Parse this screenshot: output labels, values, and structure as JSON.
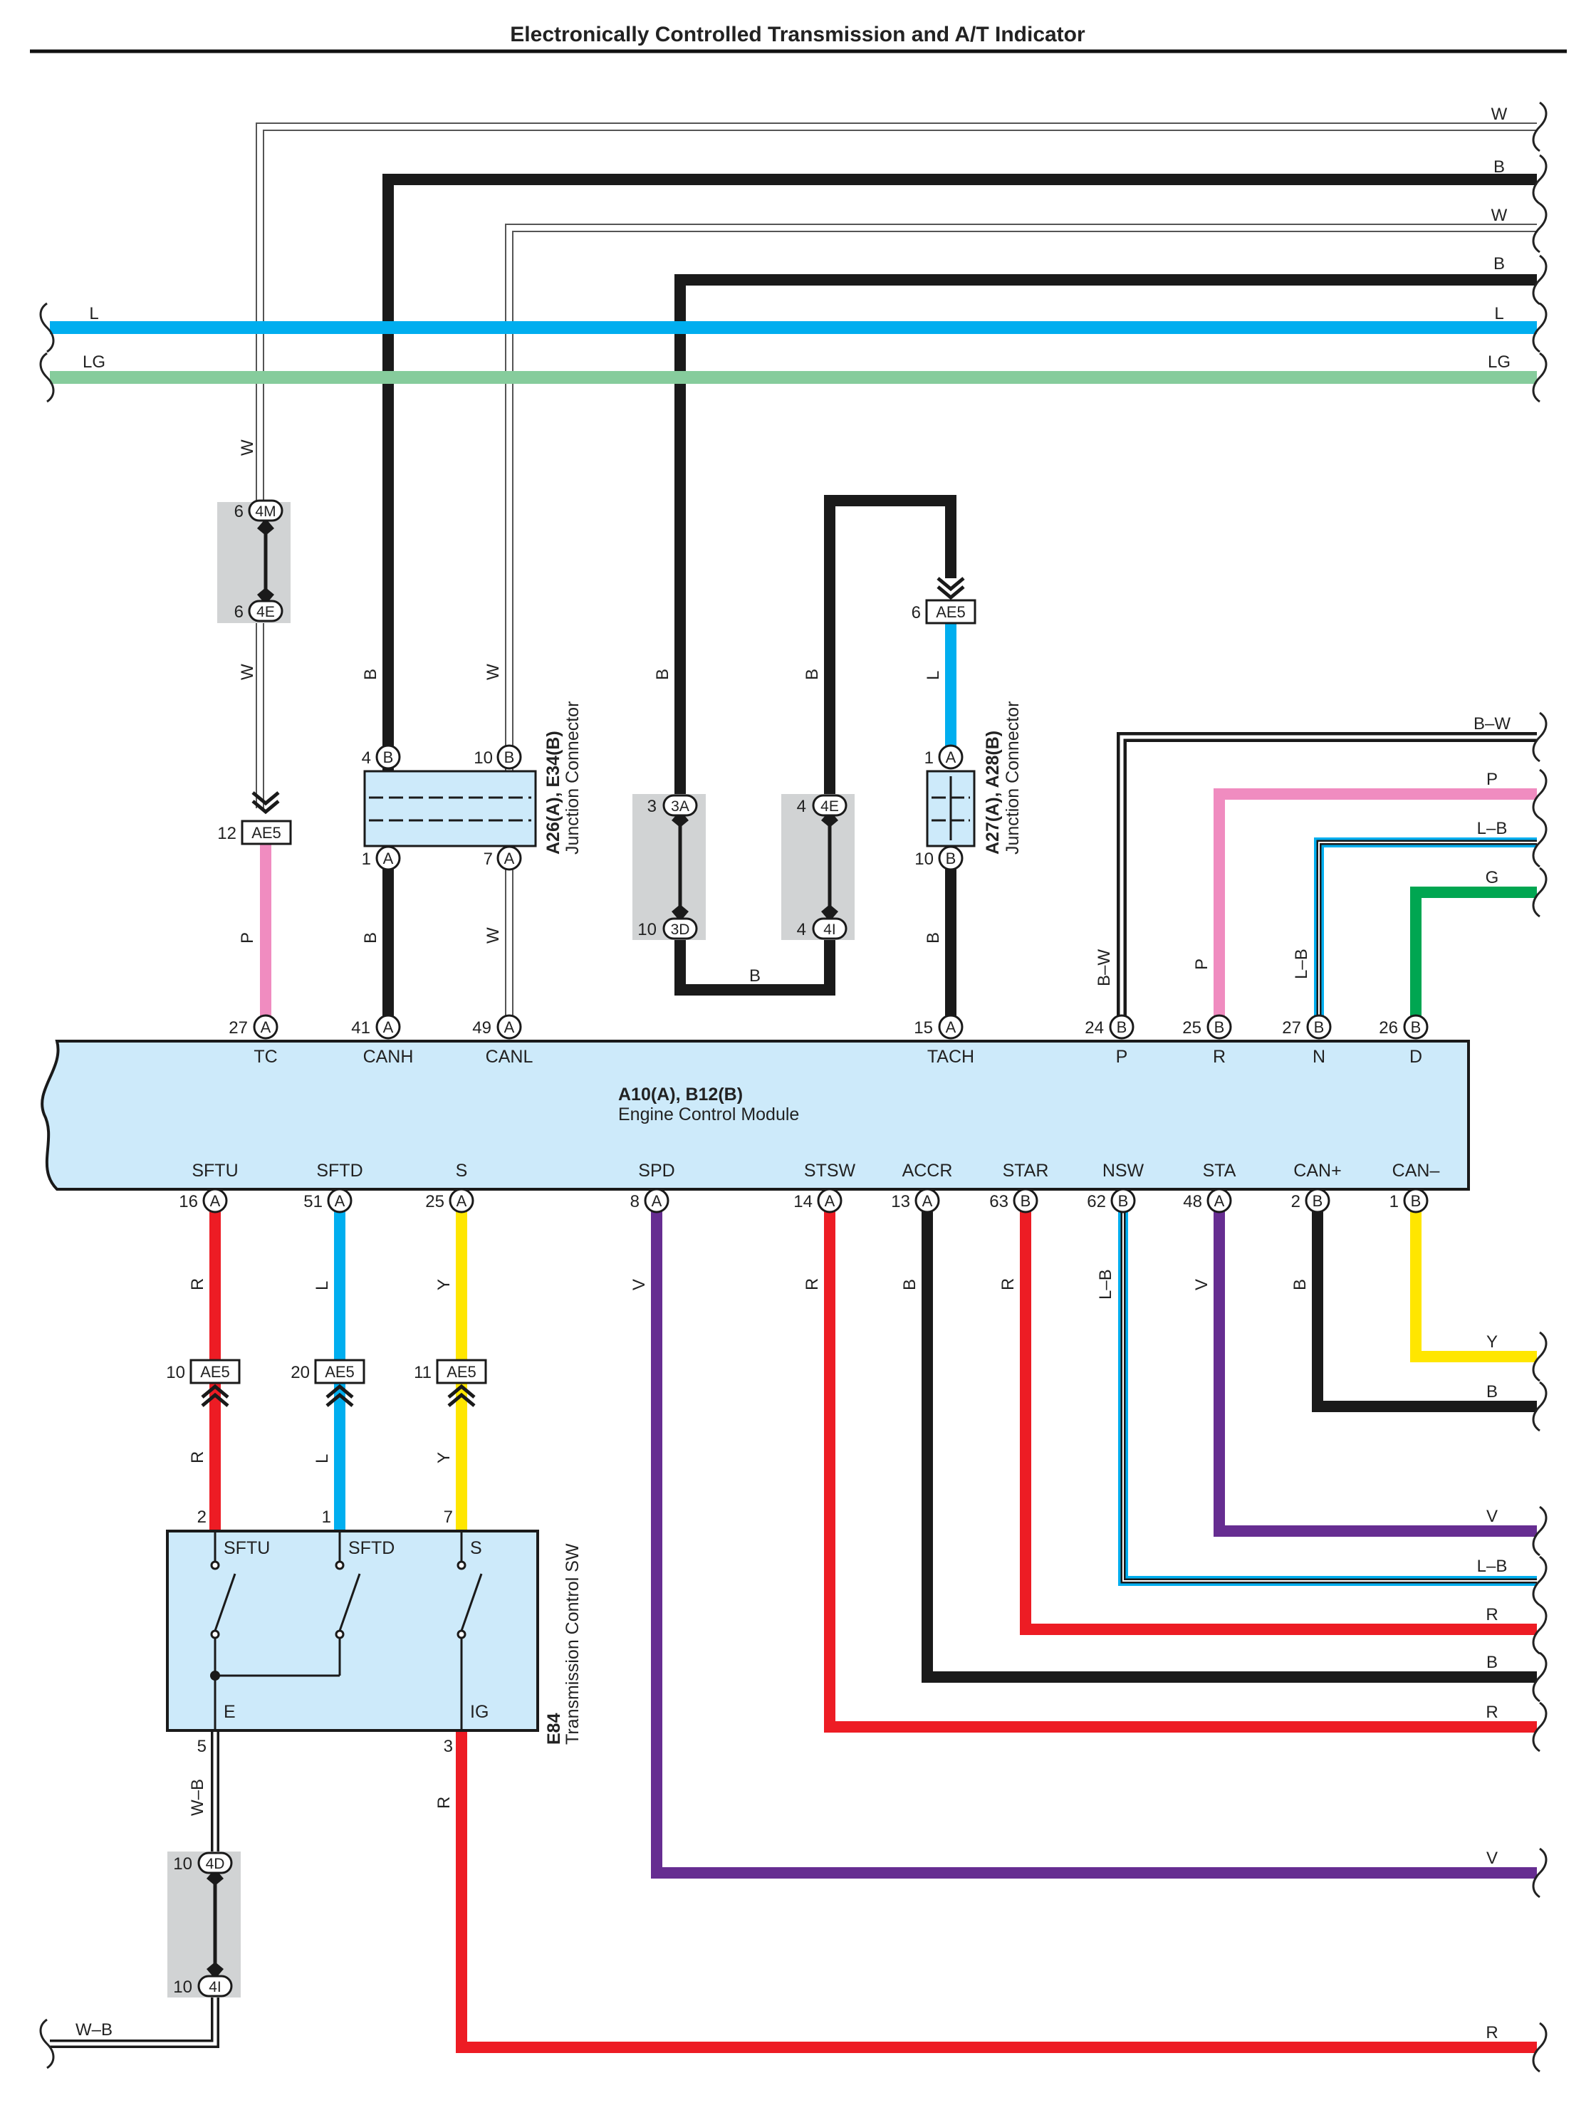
{
  "title": "Electronically Controlled Transmission and A/T Indicator",
  "colors": {
    "W": "#ffffff",
    "B": "#1a1a1a",
    "L": "#00aeef",
    "LG": "#86cc9c",
    "P": "#f08cc0",
    "G": "#00a651",
    "R": "#ed1c24",
    "Y": "#ffe600",
    "V": "#662d91",
    "module_fill": "#cdeafa",
    "splice_fill": "#d1d3d4"
  },
  "right_labels": [
    {
      "id": "w1",
      "text": "W"
    },
    {
      "id": "b1",
      "text": "B"
    },
    {
      "id": "w2",
      "text": "W"
    },
    {
      "id": "b2",
      "text": "B"
    },
    {
      "id": "l",
      "text": "L"
    },
    {
      "id": "lg",
      "text": "LG"
    },
    {
      "id": "bw",
      "text": "B–W"
    },
    {
      "id": "p",
      "text": "P"
    },
    {
      "id": "lb1",
      "text": "L–B"
    },
    {
      "id": "g",
      "text": "G"
    },
    {
      "id": "y",
      "text": "Y"
    },
    {
      "id": "b3",
      "text": "B"
    },
    {
      "id": "v1",
      "text": "V"
    },
    {
      "id": "lb2",
      "text": "L–B"
    },
    {
      "id": "r1",
      "text": "R"
    },
    {
      "id": "b4",
      "text": "B"
    },
    {
      "id": "r2",
      "text": "R"
    },
    {
      "id": "v2",
      "text": "V"
    },
    {
      "id": "r3",
      "text": "R"
    }
  ],
  "left_labels": [
    {
      "text": "L"
    },
    {
      "text": "LG"
    },
    {
      "text": "W–B"
    }
  ],
  "ecm": {
    "name": "A10(A), B12(B)",
    "desc": "Engine Control Module",
    "top_terminals": [
      {
        "pin": "27",
        "conn": "A",
        "signal": "TC"
      },
      {
        "pin": "41",
        "conn": "A",
        "signal": "CANH"
      },
      {
        "pin": "49",
        "conn": "A",
        "signal": "CANL"
      },
      {
        "pin": "15",
        "conn": "A",
        "signal": "TACH"
      },
      {
        "pin": "24",
        "conn": "B",
        "signal": "P"
      },
      {
        "pin": "25",
        "conn": "B",
        "signal": "R"
      },
      {
        "pin": "27",
        "conn": "B",
        "signal": "N"
      },
      {
        "pin": "26",
        "conn": "B",
        "signal": "D"
      }
    ],
    "bottom_terminals": [
      {
        "pin": "16",
        "conn": "A",
        "signal": "SFTU"
      },
      {
        "pin": "51",
        "conn": "A",
        "signal": "SFTD"
      },
      {
        "pin": "25",
        "conn": "A",
        "signal": "S"
      },
      {
        "pin": "8",
        "conn": "A",
        "signal": "SPD"
      },
      {
        "pin": "14",
        "conn": "A",
        "signal": "STSW"
      },
      {
        "pin": "13",
        "conn": "A",
        "signal": "ACCR"
      },
      {
        "pin": "63",
        "conn": "B",
        "signal": "STAR"
      },
      {
        "pin": "62",
        "conn": "B",
        "signal": "NSW"
      },
      {
        "pin": "48",
        "conn": "A",
        "signal": "STA"
      },
      {
        "pin": "2",
        "conn": "B",
        "signal": "CAN+"
      },
      {
        "pin": "1",
        "conn": "B",
        "signal": "CAN–"
      }
    ]
  },
  "junction_a26": {
    "name": "A26(A), E34(B)",
    "desc": "Junction Connector",
    "pins": [
      {
        "pin": "4",
        "conn": "B"
      },
      {
        "pin": "10",
        "conn": "B"
      },
      {
        "pin": "1",
        "conn": "A"
      },
      {
        "pin": "7",
        "conn": "A"
      }
    ]
  },
  "junction_a27": {
    "name": "A27(A), A28(B)",
    "desc": "Junction Connector",
    "pins": [
      {
        "pin": "1",
        "conn": "A"
      },
      {
        "pin": "10",
        "conn": "B"
      }
    ]
  },
  "inline_connectors": [
    {
      "id": "ae5_tc",
      "pin": "12",
      "conn": "AE5"
    },
    {
      "id": "ae5_tach",
      "pin": "6",
      "conn": "AE5"
    },
    {
      "id": "ae5_sftu",
      "pin": "10",
      "conn": "AE5"
    },
    {
      "id": "ae5_sftd",
      "pin": "20",
      "conn": "AE5"
    },
    {
      "id": "ae5_s",
      "pin": "11",
      "conn": "AE5"
    }
  ],
  "splices": [
    {
      "id": "s4m",
      "top_pin": "6",
      "top_conn": "4M",
      "bot_pin": "6",
      "bot_conn": "4E"
    },
    {
      "id": "s3a",
      "top_pin": "3",
      "top_conn": "3A",
      "bot_pin": "10",
      "bot_conn": "3D"
    },
    {
      "id": "s4e",
      "top_pin": "4",
      "top_conn": "4E",
      "bot_pin": "4",
      "bot_conn": "4I"
    },
    {
      "id": "s4d",
      "top_pin": "10",
      "top_conn": "4D",
      "bot_pin": "10",
      "bot_conn": "4I"
    }
  ],
  "switch": {
    "name": "E84",
    "desc": "Transmission Control SW",
    "terminals": [
      {
        "pin": "2",
        "signal": "SFTU"
      },
      {
        "pin": "1",
        "signal": "SFTD"
      },
      {
        "pin": "7",
        "signal": "S"
      },
      {
        "pin": "5",
        "signal": "E"
      },
      {
        "pin": "3",
        "signal": "IG"
      }
    ]
  },
  "wire_labels": {
    "w_up": "W",
    "w_dn": "W",
    "p_tc": "P",
    "b_canh_up": "B",
    "b_canh_dn": "B",
    "w_canl_up": "W",
    "w_canl_dn": "W",
    "b_3a": "B",
    "b_4e": "B",
    "b_bottom": "B",
    "l_tach": "L",
    "b_tach": "B",
    "bw_p": "B–W",
    "p_r": "P",
    "lb_n": "L–B",
    "r_sftu_up": "R",
    "r_sftu_dn": "R",
    "l_sftd_up": "L",
    "l_sftd_dn": "L",
    "y_s_up": "Y",
    "y_s_dn": "Y",
    "v_spd": "V",
    "r_stsw": "R",
    "b_accr": "B",
    "r_star": "R",
    "lb_nsw": "L–B",
    "v_sta": "V",
    "b_canp": "B",
    "wb_e": "W–B",
    "r_ig": "R"
  }
}
